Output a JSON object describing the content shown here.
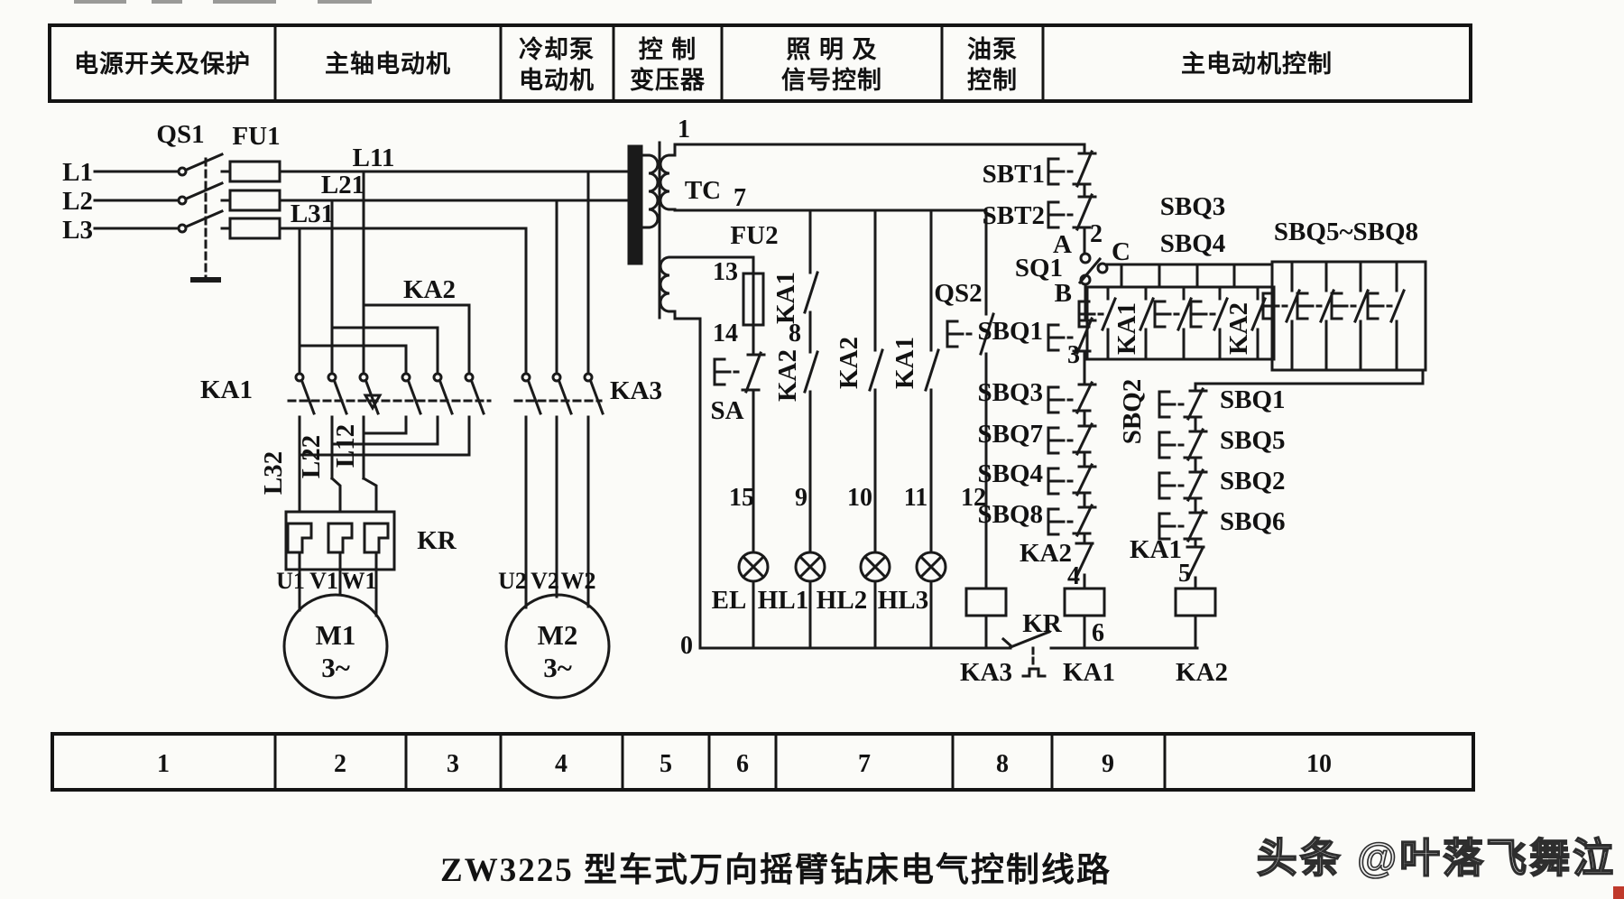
{
  "diagram": {
    "caption": "ZW3225 型车式万向摇臂钻床电气控制线路",
    "watermark": "头条 @叶落飞舞泣",
    "ink": "#1a1a1a",
    "paper": "#fbfbf8",
    "accent_red": "#c0392b"
  },
  "header": {
    "columns": [
      {
        "lines": [
          "电源开关及保护"
        ]
      },
      {
        "lines": [
          "主轴电动机"
        ]
      },
      {
        "lines": [
          "冷却泵",
          "电动机"
        ]
      },
      {
        "lines": [
          "控  制",
          "变压器"
        ]
      },
      {
        "lines": [
          "照 明 及",
          "信号控制"
        ]
      },
      {
        "lines": [
          "油泵",
          "控制"
        ]
      },
      {
        "lines": [
          "主电动机控制"
        ]
      }
    ]
  },
  "scale_row": {
    "cells": [
      "1",
      "2",
      "3",
      "4",
      "5",
      "6",
      "7",
      "8",
      "9",
      "10"
    ]
  },
  "labels": {
    "L1": "L1",
    "L2": "L2",
    "L3": "L3",
    "QS1": "QS1",
    "FU1": "FU1",
    "L11": "L11",
    "L21": "L21",
    "L31": "L31",
    "KA1": "KA1",
    "KA2": "KA2",
    "KA3": "KA3",
    "L12": "L12",
    "L22": "L22",
    "L32": "L32",
    "KR": "KR",
    "U1": "U1",
    "V1": "V1",
    "W1": "W1",
    "U2": "U2",
    "V2": "V2",
    "W2": "W2",
    "M1": "M1",
    "M2": "M2",
    "PH3": "3~",
    "TC": "TC",
    "FU2": "FU2",
    "SA": "SA",
    "QS2": "QS2",
    "EL": "EL",
    "HL1": "HL1",
    "HL2": "HL2",
    "HL3": "HL3",
    "SBT1": "SBT1",
    "SBT2": "SBT2",
    "SQ1": "SQ1",
    "A": "A",
    "B": "B",
    "C": "C",
    "SBQ1": "SBQ1",
    "SBQ2": "SBQ2",
    "SBQ3": "SBQ3",
    "SBQ4": "SBQ4",
    "SBQ5": "SBQ5",
    "SBQ6": "SBQ6",
    "SBQ7": "SBQ7",
    "SBQ8": "SBQ8",
    "SBQ5_8": "SBQ5~SBQ8"
  },
  "wires": {
    "w0": "0",
    "w1": "1",
    "w2": "2",
    "w3": "3",
    "w4": "4",
    "w5": "5",
    "w6": "6",
    "w7": "7",
    "w8": "8",
    "w9": "9",
    "w10": "10",
    "w11": "11",
    "w12": "12",
    "w13": "13",
    "w14": "14",
    "w15": "15"
  }
}
